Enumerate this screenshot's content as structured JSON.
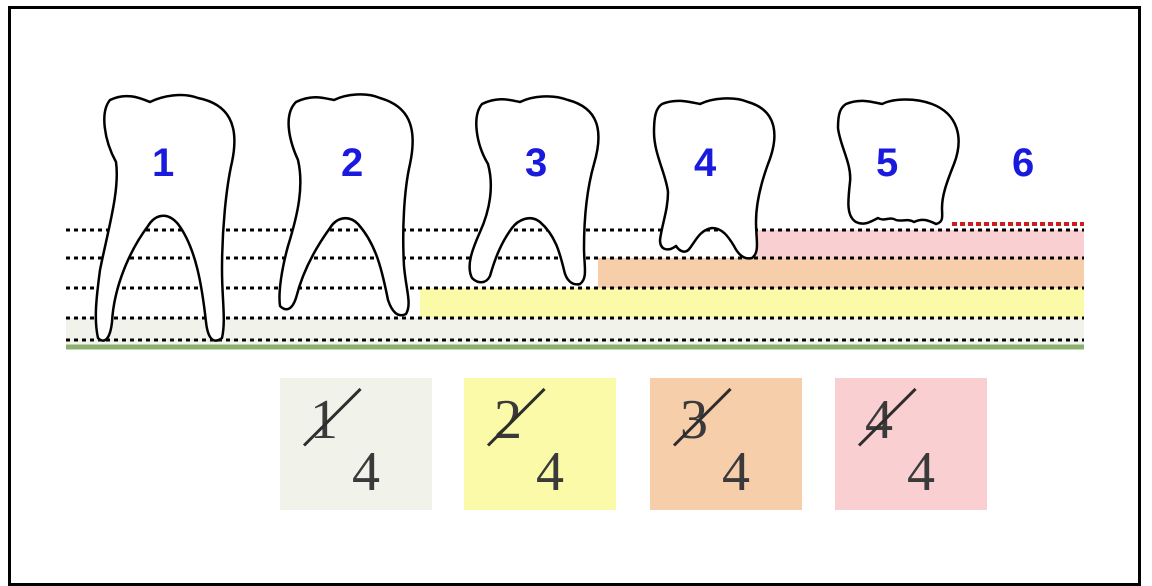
{
  "diagram": {
    "teeth": [
      {
        "label": "1",
        "resorption_quarters": 0
      },
      {
        "label": "2",
        "resorption_quarters": 1
      },
      {
        "label": "3",
        "resorption_quarters": 2
      },
      {
        "label": "4",
        "resorption_quarters": 3
      },
      {
        "label": "5",
        "resorption_quarters": 4
      },
      {
        "label": "6",
        "resorption_quarters": 4
      }
    ],
    "fractions": [
      {
        "numerator": "1",
        "denominator": "4",
        "color": "#f1f3eb"
      },
      {
        "numerator": "2",
        "denominator": "4",
        "color": "#fbfaa8"
      },
      {
        "numerator": "3",
        "denominator": "4",
        "color": "#f7ceaa"
      },
      {
        "numerator": "4",
        "denominator": "4",
        "color": "#f9cfd2"
      }
    ],
    "band_colors": {
      "q1": "#f1f3eb",
      "q2": "#fbfaa8",
      "q3": "#f7ceaa",
      "q4": "#f9cfd2",
      "base_line": "#8bb070",
      "loss_line": "#d11a1a"
    }
  }
}
